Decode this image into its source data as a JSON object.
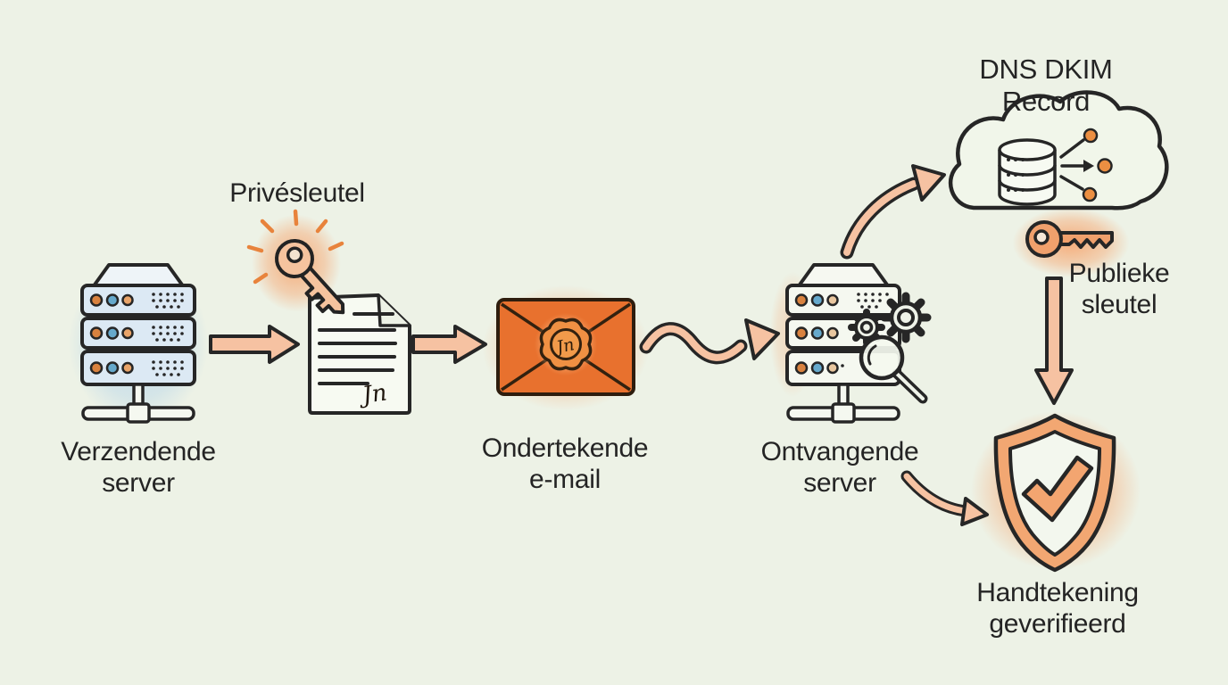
{
  "signature_initials": "Jn",
  "labels": {
    "sending_server": "Verzendende\nserver",
    "private_key": "Privésleutel",
    "signed_email": "Ondertekende\ne-mail",
    "receiving_server": "Ontvangende\nserver",
    "dns_dkim_record": "DNS DKIM Record",
    "public_key": "Publieke\nsleutel",
    "signature_verified": "Handtekening\ngeverifieerd"
  },
  "icons": {
    "sending_server": "server-stack-icon",
    "private_key": "glowing-key-icon",
    "signed_document": "document-signature-icon",
    "signed_email": "sealed-envelope-icon",
    "receiving_server": "server-gears-magnifier-icon",
    "dns_dkim_record": "cloud-database-network-icon",
    "public_key": "key-icon",
    "signature_verified": "shield-check-icon"
  },
  "palette": {
    "background": "#edf2e6",
    "outline": "#2a2a2a",
    "arrow_fill": "#f6c2a2",
    "envelope_orange": "#e8712e",
    "seal_orange": "#ef9043",
    "key_orange": "#f0a06c",
    "glow_orange": "#f5a977",
    "server_blue": "#dce9f4",
    "shield_orange": "#f2a772",
    "led_orange": "#d9823f",
    "led_blue": "#66a9cc",
    "led_tan": "#e9a469",
    "node_orange": "#ec8f42"
  }
}
